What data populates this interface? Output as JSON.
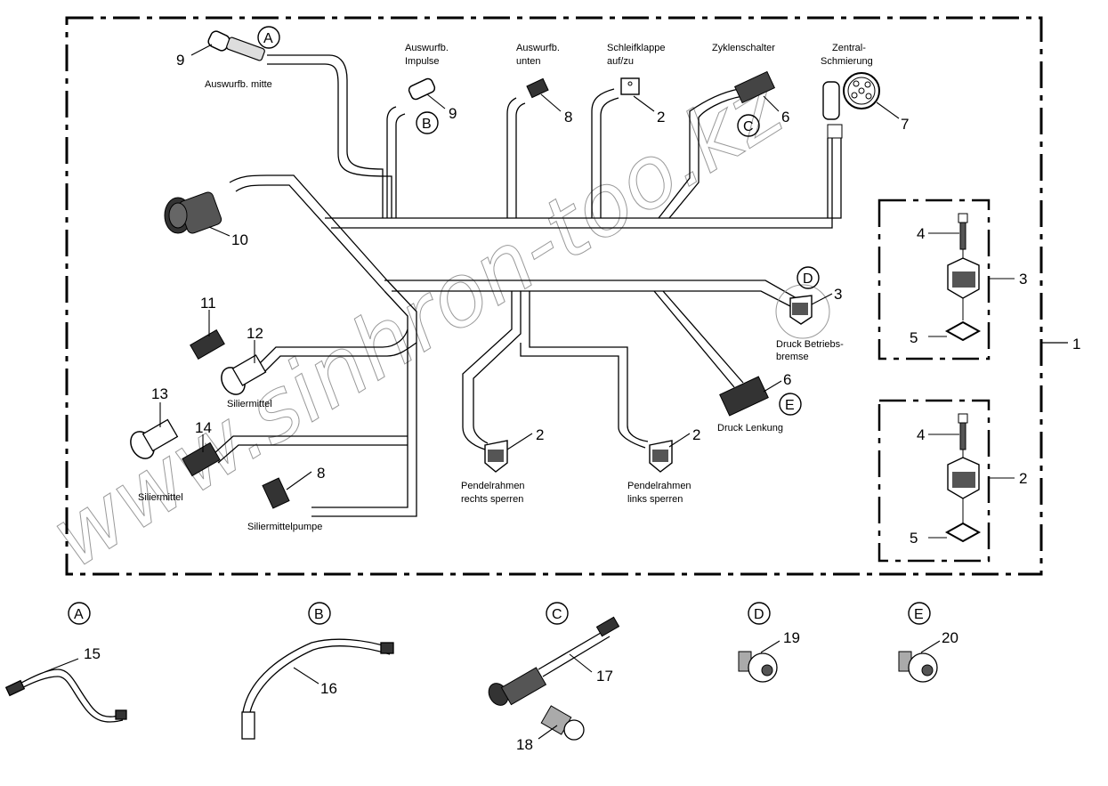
{
  "diagram": {
    "type": "wiring-harness-exploded-view",
    "assembly_ref": "1",
    "watermark": "www.sinhron-too.kz",
    "main_harness": {
      "connectors": [
        {
          "ref": "9",
          "callout": "A",
          "label": "Auswurfb. mitte"
        },
        {
          "ref": "9",
          "callout": "B",
          "label": "Auswurfb. Impulse"
        },
        {
          "ref": "8",
          "callout": "",
          "label": "Auswurfb. unten"
        },
        {
          "ref": "2",
          "callout": "",
          "label": "Schleifklappe auf/zu"
        },
        {
          "ref": "6",
          "callout": "C",
          "label": "Zyklenschalter"
        },
        {
          "ref": "7",
          "callout": "",
          "label": "Zentral-Schmierung"
        },
        {
          "ref": "10",
          "callout": "",
          "label": ""
        },
        {
          "ref": "11",
          "callout": "",
          "label": ""
        },
        {
          "ref": "12",
          "callout": "",
          "label": "Siliermittel"
        },
        {
          "ref": "13",
          "callout": "",
          "label": ""
        },
        {
          "ref": "14",
          "callout": "",
          "label": "Siliermittel"
        },
        {
          "ref": "8",
          "callout": "",
          "label": "Siliermittelpumpe"
        },
        {
          "ref": "2",
          "callout": "",
          "label": "Pendelrahmen rechts sperren"
        },
        {
          "ref": "2",
          "callout": "",
          "label": "Pendelrahmen links sperren"
        },
        {
          "ref": "3",
          "callout": "D",
          "label": "Druck Betriebsbremse"
        },
        {
          "ref": "6",
          "callout": "E",
          "label": "Druck Lenkung"
        }
      ]
    },
    "labels": {
      "auswurf_mitte": "Auswurfb. mitte",
      "auswurf_impulse_1": "Auswurfb.",
      "auswurf_impulse_2": "Impulse",
      "auswurf_unten_1": "Auswurfb.",
      "auswurf_unten_2": "unten",
      "schleif_1": "Schleifklappe",
      "schleif_2": "auf/zu",
      "zyklen": "Zyklenschalter",
      "zentral_1": "Zentral-",
      "zentral_2": "Schmierung",
      "silier_12": "Siliermittel",
      "silier_14": "Siliermittel",
      "silier_pumpe": "Siliermittelpumpe",
      "pendel_r_1": "Pendelrahmen",
      "pendel_r_2": "rechts sperren",
      "pendel_l_1": "Pendelrahmen",
      "pendel_l_2": "links sperren",
      "druck_b_1": "Druck Betriebs-",
      "druck_b_2": "bremse",
      "druck_l": "Druck Lenkung"
    },
    "refs": {
      "r1": "1",
      "r2": "2",
      "r3": "3",
      "r4": "4",
      "r5": "5",
      "r6": "6",
      "r7": "7",
      "r8": "8",
      "r9": "9",
      "r10": "10",
      "r11": "11",
      "r12": "12",
      "r13": "13",
      "r14": "14",
      "r15": "15",
      "r16": "16",
      "r17": "17",
      "r18": "18",
      "r19": "19",
      "r20": "20"
    },
    "callouts": {
      "A": "A",
      "B": "B",
      "C": "C",
      "D": "D",
      "E": "E"
    },
    "solenoid_kits": [
      {
        "kit_ref": "3",
        "parts": [
          {
            "ref": "4"
          },
          {
            "ref": "3"
          },
          {
            "ref": "5"
          }
        ]
      },
      {
        "kit_ref": "2",
        "parts": [
          {
            "ref": "4"
          },
          {
            "ref": "2"
          },
          {
            "ref": "5"
          }
        ]
      }
    ],
    "adapters": [
      {
        "callout": "A",
        "parts": [
          "15"
        ]
      },
      {
        "callout": "B",
        "parts": [
          "16"
        ]
      },
      {
        "callout": "C",
        "parts": [
          "17",
          "18"
        ]
      },
      {
        "callout": "D",
        "parts": [
          "19"
        ]
      },
      {
        "callout": "E",
        "parts": [
          "20"
        ]
      }
    ]
  }
}
